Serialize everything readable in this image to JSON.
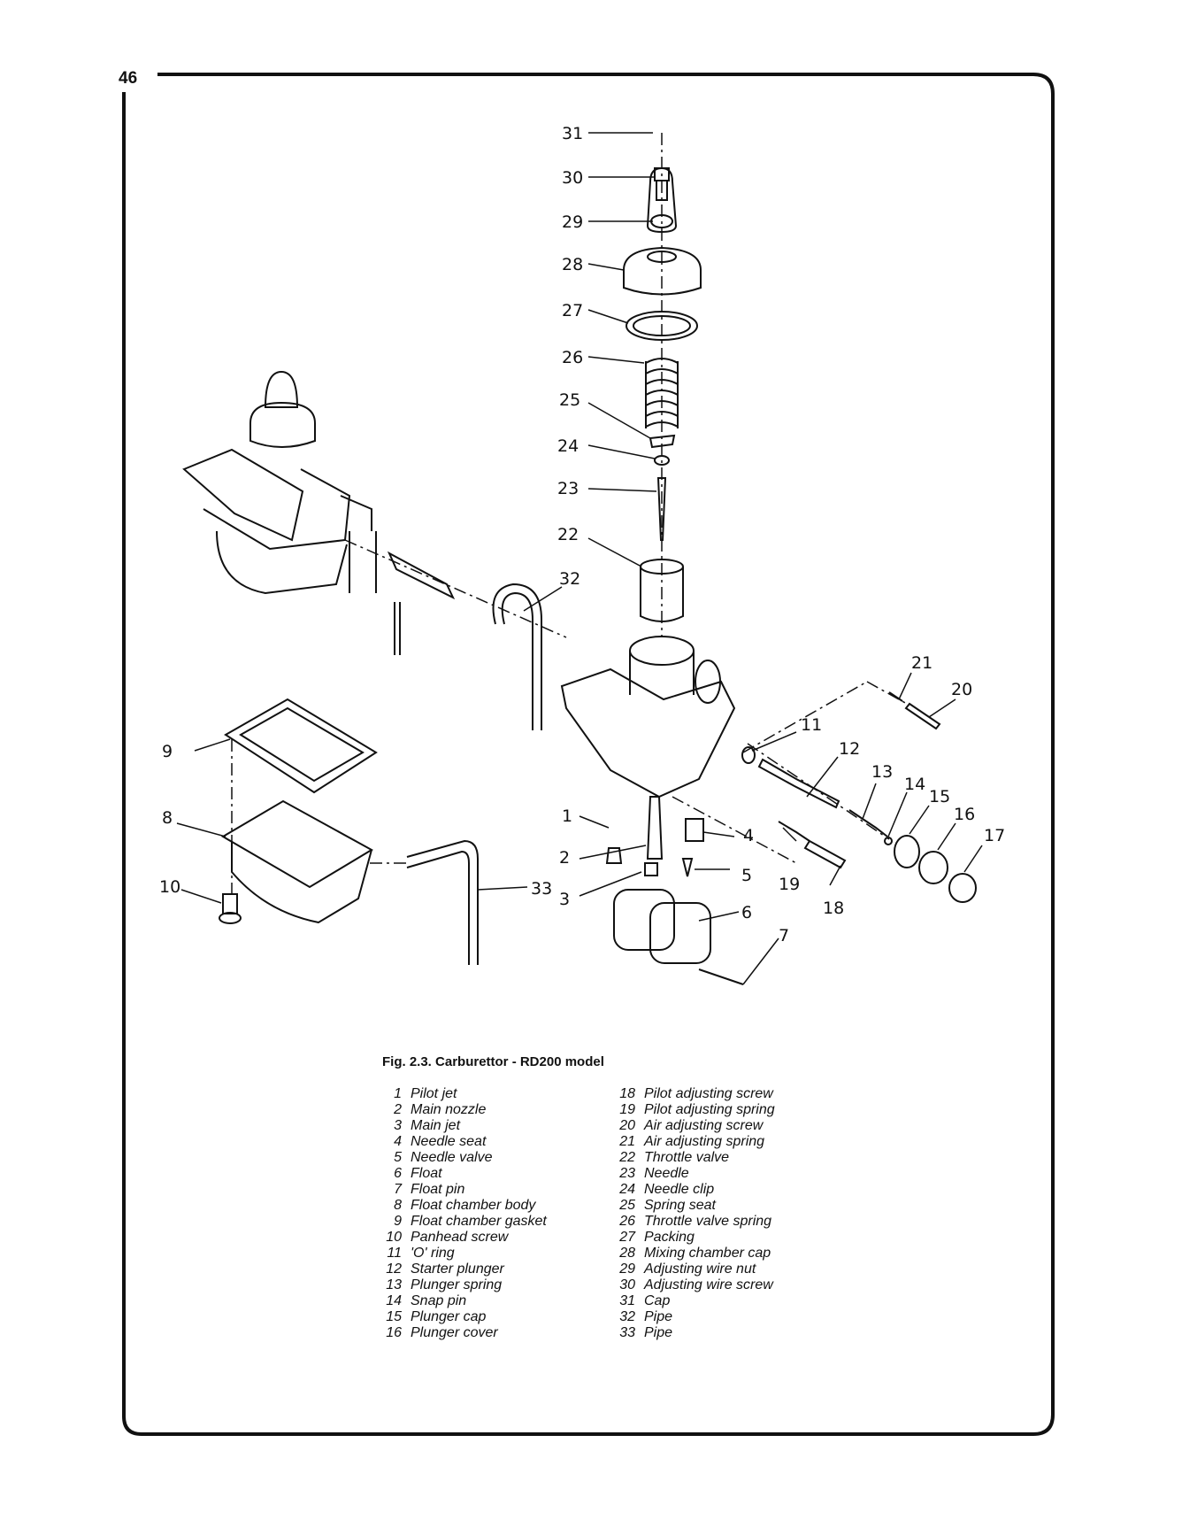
{
  "page": {
    "number": "46"
  },
  "figure": {
    "caption": "Fig. 2.3. Carburettor - RD200 model",
    "callouts": [
      "1",
      "2",
      "3",
      "4",
      "5",
      "6",
      "7",
      "8",
      "9",
      "10",
      "11",
      "12",
      "13",
      "14",
      "15",
      "16",
      "17",
      "18",
      "19",
      "20",
      "21",
      "22",
      "23",
      "24",
      "25",
      "26",
      "27",
      "28",
      "29",
      "30",
      "31",
      "32",
      "33"
    ]
  },
  "key": {
    "left": [
      {
        "num": "1",
        "label": "Pilot jet"
      },
      {
        "num": "2",
        "label": "Main nozzle"
      },
      {
        "num": "3",
        "label": "Main jet"
      },
      {
        "num": "4",
        "label": "Needle seat"
      },
      {
        "num": "5",
        "label": "Needle valve"
      },
      {
        "num": "6",
        "label": "Float"
      },
      {
        "num": "7",
        "label": "Float pin"
      },
      {
        "num": "8",
        "label": "Float chamber body"
      },
      {
        "num": "9",
        "label": "Float chamber gasket"
      },
      {
        "num": "10",
        "label": "Panhead screw"
      },
      {
        "num": "11",
        "label": "'O' ring"
      },
      {
        "num": "12",
        "label": "Starter plunger"
      },
      {
        "num": "13",
        "label": "Plunger spring"
      },
      {
        "num": "14",
        "label": "Snap pin"
      },
      {
        "num": "15",
        "label": "Plunger cap"
      },
      {
        "num": "16",
        "label": "Plunger cover"
      }
    ],
    "right": [
      {
        "num": "18",
        "label": "Pilot adjusting screw"
      },
      {
        "num": "19",
        "label": "Pilot adjusting spring"
      },
      {
        "num": "20",
        "label": "Air adjusting screw"
      },
      {
        "num": "21",
        "label": "Air adjusting spring"
      },
      {
        "num": "22",
        "label": "Throttle valve"
      },
      {
        "num": "23",
        "label": "Needle"
      },
      {
        "num": "24",
        "label": "Needle clip"
      },
      {
        "num": "25",
        "label": "Spring seat"
      },
      {
        "num": "26",
        "label": "Throttle valve spring"
      },
      {
        "num": "27",
        "label": "Packing"
      },
      {
        "num": "28",
        "label": "Mixing chamber cap"
      },
      {
        "num": "29",
        "label": "Adjusting wire nut"
      },
      {
        "num": "30",
        "label": "Adjusting wire screw"
      },
      {
        "num": "31",
        "label": "Cap"
      },
      {
        "num": "32",
        "label": "Pipe"
      },
      {
        "num": "33",
        "label": "Pipe"
      }
    ]
  }
}
